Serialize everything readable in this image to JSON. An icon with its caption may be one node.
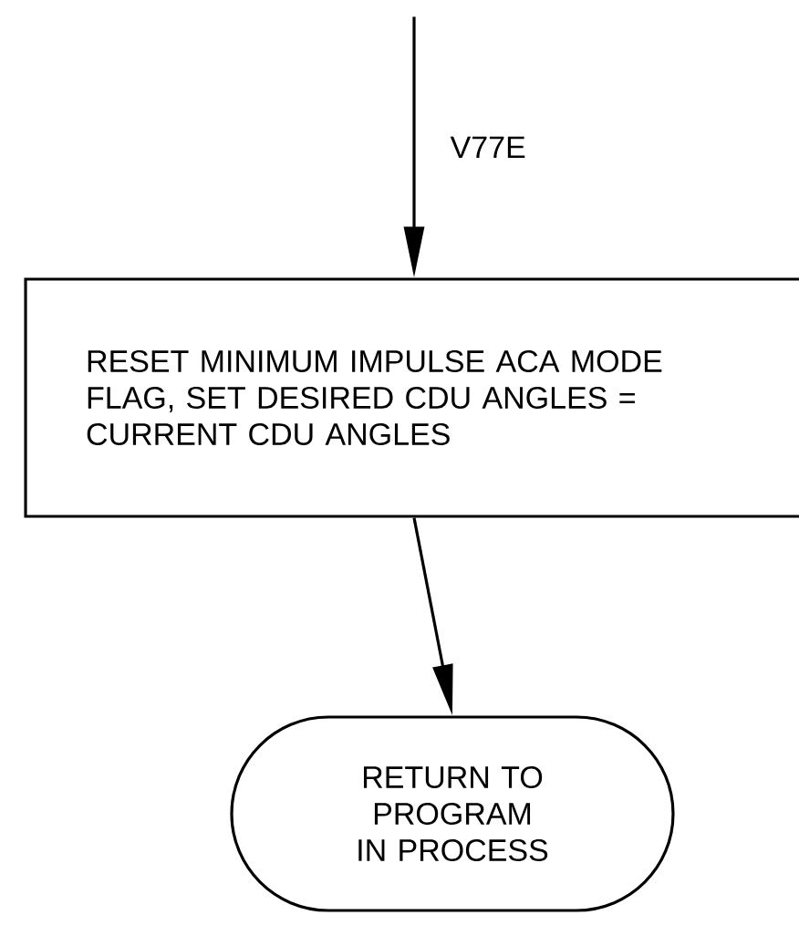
{
  "diagram": {
    "nodes": [
      {
        "text": [
          "RESET MINIMUM IMPULSE ACA MODE FLAG, SET DESIRED CDU ANGLES = CURRENT CDU ANGLES"
        ]
      },
      {
        "text": [
          "RETURN TO PROGRAM IN PROCESS"
        ]
      }
    ],
    "edges": [
      {
        "from": null,
        "to": 0,
        "arrow": "to",
        "label": "V77E"
      },
      {
        "from": 0,
        "to": 1,
        "arrow": "to"
      }
    ]
  }
}
